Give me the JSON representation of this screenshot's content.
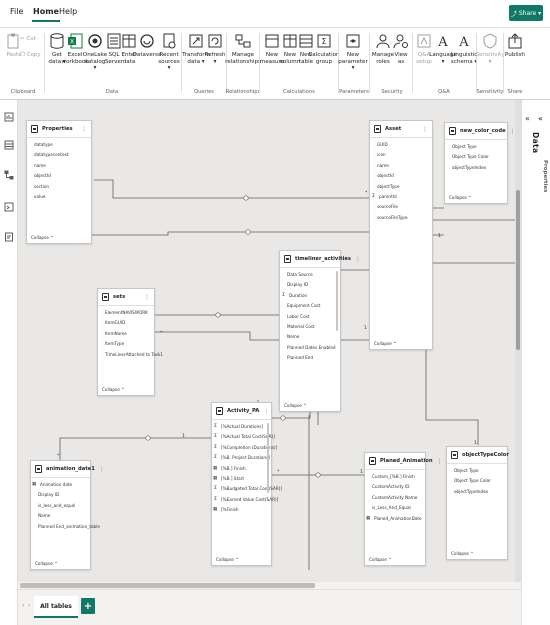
{
  "menu": {
    "file": "File",
    "home": "Home",
    "help": "Help",
    "share": "Share"
  },
  "ribbon": {
    "clipboard": {
      "paste": "Paste",
      "cut": "Cut",
      "copy": "Copy",
      "group": "Clipboard"
    },
    "data": {
      "get_data": "Get\ndata ▾",
      "excel": "Excel\nworkbook",
      "onelake": "OneLake\ncatalog ▾",
      "sql": "SQL\nServer",
      "enter": "Enter\ndata",
      "dataverse": "Dataverse",
      "recent": "Recent\nsources ▾",
      "group": "Data"
    },
    "queries": {
      "transform": "Transform\ndata ▾",
      "refresh": "Refresh\n▾",
      "group": "Queries"
    },
    "relationships": {
      "manage": "Manage\nrelationships",
      "group": "Relationships"
    },
    "calculations": {
      "new_measure": "New\nmeasure",
      "new_column": "New\ncolumn",
      "new_table": "New\ntable",
      "calc_group": "Calculation\ngroup",
      "group": "Calculations"
    },
    "parameters": {
      "new_parameter": "New\nparameter ▾",
      "group": "Parameters"
    },
    "security": {
      "manage_roles": "Manage\nroles",
      "view_as": "View\nas",
      "group": "Security"
    },
    "qa": {
      "qa_setup": "Q&A\nsetup",
      "language": "Language\n▾",
      "schema": "Linguistic\nschema ▾",
      "group": "Q&A"
    },
    "sensitivity": {
      "label": "Sensitivity\n▾",
      "group": "Sensitivity"
    },
    "share": {
      "publish": "Publish",
      "group": "Share"
    }
  },
  "data_pane": {
    "title": "Data",
    "properties": "Properties"
  },
  "tables": {
    "properties": {
      "name": "Properties",
      "fields": [
        "datatype",
        "datatypecontext",
        "name",
        "objectId",
        "section",
        "value"
      ],
      "collapse": "Collapse ^"
    },
    "asset": {
      "name": "Asset",
      "fields": [
        "GUID",
        "icon",
        "name",
        "objectId",
        "objectType",
        "parentId",
        "sourceFile",
        "sourceFileType"
      ],
      "collapse": "Collapse ^"
    },
    "new_color_code": {
      "name": "new_color_code",
      "fields": [
        "Object Type",
        "Object Type Color",
        "objectTypeIndex"
      ],
      "collapse": "Collapse ^"
    },
    "timeliner": {
      "name": "timeliner_activities",
      "fields": [
        "Data Source",
        "Display ID",
        "Duration",
        "Equipment Cost",
        "Labor Cost",
        "Material Cost",
        "Name",
        "Planned Dates Enabled",
        "Planned End"
      ],
      "collapse": "Collapse ^"
    },
    "sets": {
      "name": "sets",
      "fields": [
        "ElementNAVISWORK",
        "ItemGUID",
        "ItemName",
        "ItemType",
        "TimeLinerAttached to Task1"
      ],
      "collapse": "Collapse ^"
    },
    "activity": {
      "name": "Activity_PA",
      "fields": [
        "[%Actual Durations]",
        "[%Actual Total Cost(SAR)]",
        "[%Completion (Durations)]",
        "[%B. Project Durations]",
        "[%B.] Finish",
        "[%B.] Start",
        "[%Budgeted Total Cost(SAR)]",
        "[%Earned Value Cost(SAR)]",
        "[%Finish"
      ],
      "collapse": "Collapse ^"
    },
    "animation": {
      "name": "animation_date1",
      "fields": [
        "Animation date",
        "Display ID",
        "is_less_and_equal",
        "Name",
        "Planned End_animation_table"
      ],
      "collapse": "Collapse ^"
    },
    "planned_animation": {
      "name": "Planed_Animation",
      "fields": [
        "Custom_[%B.] Finish",
        "CustomActivity ID",
        "CustomActivity Name",
        "is_Less_And_Equal",
        "Planed_AnimationDate"
      ],
      "collapse": "Collapse ^"
    },
    "object_type_color": {
      "name": "objectTypeColor",
      "fields": [
        "Object Type",
        "Object Type Color",
        "objectTypeIndex"
      ],
      "collapse": "Collapse ^"
    }
  },
  "relation_labels": {
    "one": "1",
    "many": "*"
  },
  "tabs": {
    "all_tables": "All tables",
    "add": "+"
  },
  "colors": {
    "accent": "#117865",
    "canvas": "#e9e8e7"
  }
}
